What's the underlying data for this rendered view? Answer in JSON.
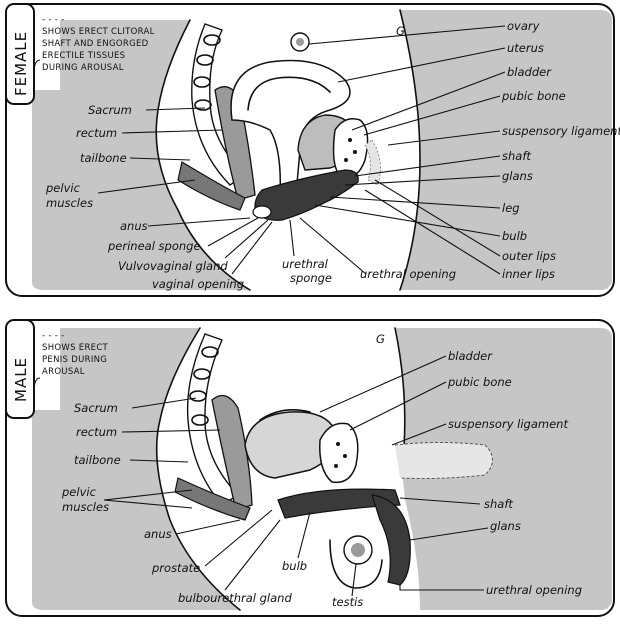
{
  "female": {
    "tab": "FEMALE",
    "note": [
      "- - - -",
      "SHOWS ERECT CLITORAL",
      "SHAFT AND ENGORGED",
      "ERECTILE TISSUES",
      "DURING AROUSAL"
    ],
    "mark": "G",
    "labels": {
      "ovary": "ovary",
      "uterus": "uterus",
      "bladder": "bladder",
      "pubic_bone": "pubic bone",
      "suspensory_ligament": "suspensory ligament",
      "shaft": "shaft",
      "glans": "glans",
      "leg": "leg",
      "bulb": "bulb",
      "outer_lips": "outer lips",
      "inner_lips": "inner lips",
      "sacrum": "Sacrum",
      "rectum": "rectum",
      "tailbone": "tailbone",
      "pelvic_1": "pelvic",
      "pelvic_2": "muscles",
      "anus": "anus",
      "perineal_sponge": "perineal sponge",
      "vulvovaginal_gland": "Vulvovaginal gland",
      "vaginal_opening": "vaginal opening",
      "urethral_sponge_1": "urethral",
      "urethral_sponge_2": "sponge",
      "urethral_opening": "urethral opening"
    }
  },
  "male": {
    "tab": "MALE",
    "note": [
      "- - - -",
      "SHOWS ERECT",
      "PENIS DURING",
      "AROUSAL"
    ],
    "mark": "G",
    "labels": {
      "bladder": "bladder",
      "pubic_bone": "pubic bone",
      "suspensory_ligament": "suspensory ligament",
      "shaft": "shaft",
      "glans": "glans",
      "urethral_opening": "urethral opening",
      "sacrum": "Sacrum",
      "rectum": "rectum",
      "tailbone": "tailbone",
      "pelvic_1": "pelvic",
      "pelvic_2": "muscles",
      "anus": "anus",
      "prostate": "prostate",
      "bulb": "bulb",
      "bulbourethral_gland": "bulbourethral gland",
      "testis": "testis"
    }
  }
}
